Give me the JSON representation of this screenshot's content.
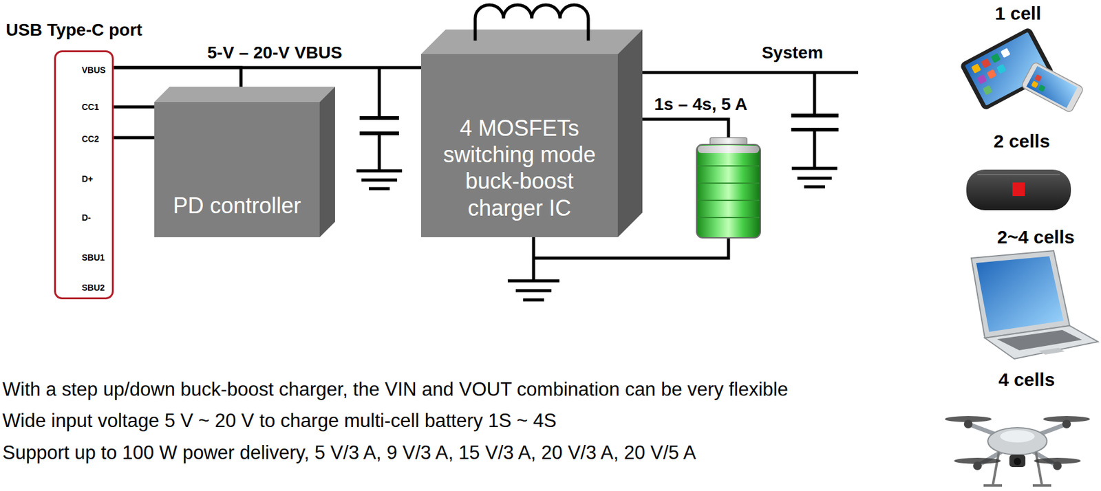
{
  "diagram": {
    "nodes": [
      {
        "text": [
          "USB Type-C port",
          "VBUS",
          "CC1",
          "CC2",
          "D+",
          "D-",
          "SBU1",
          "SBU2"
        ]
      },
      {
        "text": [
          "PD controller"
        ]
      },
      {
        "text": [
          "4 MOSFETs switching mode buck-boost charger IC"
        ]
      }
    ],
    "edges": [
      {
        "from": 0,
        "to": 2,
        "arrow": "none",
        "label": "5-V – 20-V VBUS"
      },
      {
        "from": 0,
        "to": 1,
        "arrow": "none"
      },
      {
        "from": 0,
        "to": 1,
        "arrow": "none"
      },
      {
        "from": 0,
        "to": 1,
        "arrow": "none"
      }
    ],
    "labels": [
      "System",
      "1s – 4s, 5 A",
      "1 cell",
      "2 cells",
      "2~4 cells",
      "4 cells",
      "With a step up/down buck-boost charger, the VIN and VOUT combination can be very flexible",
      "Wide input voltage 5 V ~ 20 V to charge multi-cell battery 1S ~ 4S",
      "Support up to 100 W power delivery, 5 V/3 A, 9 V/3 A, 15 V/3 A, 20 V/3 A, 20 V/5 A"
    ]
  }
}
